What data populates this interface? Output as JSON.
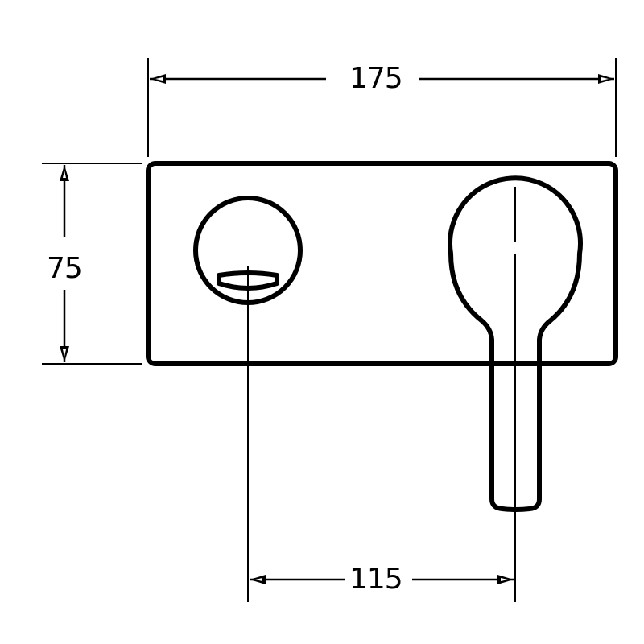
{
  "drawing": {
    "type": "wall-mounted mixer dimension drawing",
    "units": "mm",
    "stroke_color": "#000000",
    "background": "#ffffff"
  },
  "dimensions": {
    "overall_width": {
      "label": "175",
      "value": 175
    },
    "overall_height": {
      "label": "75",
      "value": 75
    },
    "centre_distance": {
      "label": "115",
      "value": 115
    }
  },
  "components": [
    {
      "name": "back-plate",
      "shape": "rounded rectangle"
    },
    {
      "name": "diverter-knob",
      "shape": "circle with slot"
    },
    {
      "name": "mixer-lever-handle",
      "shape": "round head with straight lever"
    }
  ]
}
